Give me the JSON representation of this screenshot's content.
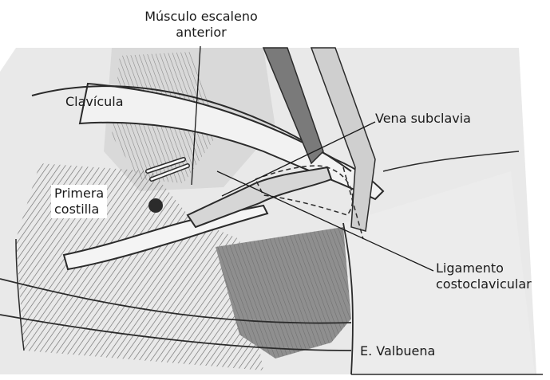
{
  "labels": {
    "scalene_muscle": [
      "Músculo escaleno",
      "anterior"
    ],
    "clavicle": "Clavícula",
    "subclavian_vein": "Vena subclavia",
    "first_rib": [
      "Primera",
      "costilla"
    ],
    "costoclavicular_ligament": [
      "Ligamento",
      "costoclavicular"
    ],
    "signature": "E. Valbuena"
  },
  "colors": {
    "paper": "#ffffff",
    "sketch_fill": "#e4e4e4",
    "muscle_dark": "#8f8f8f",
    "ink": "#2b2b2b"
  }
}
